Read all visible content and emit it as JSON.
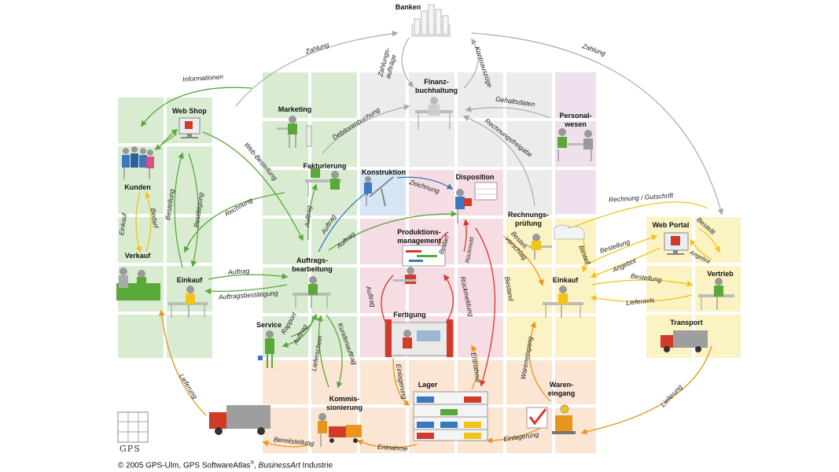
{
  "nodes": {
    "banken": "Banken",
    "finanzbuchhaltung_1": "Finanz-",
    "finanzbuchhaltung_2": "buchhaltung",
    "personalwesen_1": "Personal-",
    "personalwesen_2": "wesen",
    "web_shop": "Web Shop",
    "marketing": "Marketing",
    "kunden": "Kunden",
    "fakturierung": "Fakturierung",
    "konstruktion": "Konstruktion",
    "disposition": "Disposition",
    "rechnungspruefung_1": "Rechnungs-",
    "rechnungspruefung_2": "prüfung",
    "web_portal": "Web Portal",
    "produktionsmanagement_1": "Produktions-",
    "produktionsmanagement_2": "management",
    "verkauf": "Verkauf",
    "einkauf_left": "Einkauf",
    "auftragsbearbeitung_1": "Auftrags-",
    "auftragsbearbeitung_2": "bearbeitung",
    "einkauf_right": "Einkauf",
    "vertrieb": "Vertrieb",
    "service": "Service",
    "fertigung": "Fertigung",
    "transport": "Transport",
    "lager": "Lager",
    "wareneingang_1": "Waren-",
    "wareneingang_2": "eingang",
    "kommissionierung_1": "Kommis-",
    "kommissionierung_2": "sionierung"
  },
  "flows": {
    "zahlung_left": "Zahlung",
    "zahlung_right": "Zahlung",
    "zahlungsauftraege_1": "Zahlungs-",
    "zahlungsauftraege_2": "aufträge",
    "kontoauszuege": "Kontoauszüge",
    "informationen": "Informationen",
    "debitorenbuchung": "Debitorenbuchung",
    "gehaltsdaten": "Gehaltsdaten",
    "rechnungsfreigabe": "Rechnungsfreigabe",
    "web_bestellung": "Web-Bestellung",
    "zeichnung": "Zeichnung",
    "rechnung_gutschrift": "Rechnung / Gutschrift",
    "rechnung": "Rechnung",
    "einkauf": "Einkauf",
    "bedarf_left": "Bedarf",
    "bestellung_left": "Bestellung",
    "bestaetigung": "Bestätigung",
    "auftrag_up": "Auftrag",
    "auftrag_diag": "Auftrag",
    "auftrag_einkauf": "Auftrag",
    "auftragsbestaetigung": "Auftragsbestätigung",
    "bedarf_prod": "Bedarf",
    "rueckmeldung_small": "Rückmeld.",
    "bestell_vorschlag_1": "Bestell.",
    "bestell_vorschlag_2": "vorschlag",
    "bestellung_right": "Bestellung",
    "bestell_vertical": "Bestell.",
    "bestellt": "Bestellt",
    "angebot": "Angebot",
    "angebot_small": "Angebot",
    "bestellung_lower": "Bestellung",
    "lieferavis": "Lieferavis",
    "bestand": "Bestand",
    "auftrag_fert": "Auftrag",
    "rueckmeldung": "Rückmeldung",
    "rapport": "Rapport",
    "auftrag_service": "Auftrag",
    "kundenauftrag": "Kundenauftrag",
    "lieferschein": "Lieferschein",
    "einlagerung_left": "Einlagerung",
    "entnahme_up": "Entnahme",
    "wareneingang": "Wareneingang",
    "lieferung_left": "Lieferung",
    "lieferung_right": "Lieferung",
    "bereitstellung": "Bereitstellung",
    "entnahme_bottom": "Entnahme",
    "einlagerung_right": "Einlagerung"
  },
  "footer": {
    "prefix": "© 2005 GPS-Ulm, GPS SoftwareAtlas",
    "reg": "®",
    "sep": ", ",
    "italic": "BusinessArt",
    "suffix": " Industrie"
  },
  "logo": {
    "text": "GPS"
  },
  "colors": {
    "green_zone": "#d9ecd2",
    "grey_zone": "#ececec",
    "pink_zone": "#f6dce3",
    "purple_zone": "#efe0ee",
    "blue_zone": "#d6e6f3",
    "yellow_zone": "#fbf3c4",
    "orange_zone": "#fbe5d3",
    "arrow_green": "#5aa83a",
    "arrow_grey": "#b0b0b0",
    "arrow_red": "#d23a2a",
    "arrow_orange": "#e8951e",
    "arrow_yellow": "#f2c318",
    "arrow_blue": "#3a78c0"
  }
}
